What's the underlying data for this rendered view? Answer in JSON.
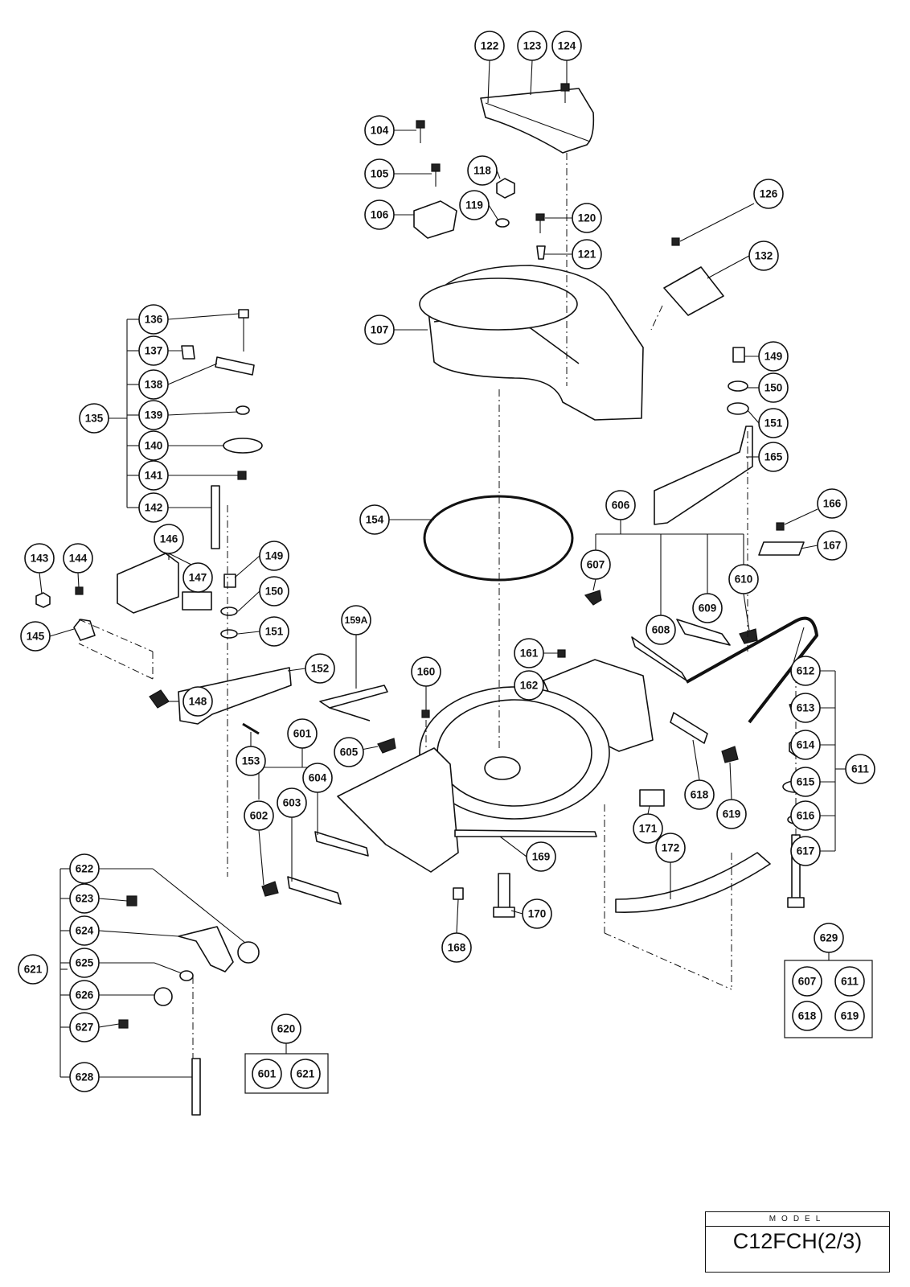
{
  "callouts": [
    {
      "id": "c122",
      "label": "122"
    },
    {
      "id": "c123",
      "label": "123"
    },
    {
      "id": "c124",
      "label": "124"
    },
    {
      "id": "c104",
      "label": "104"
    },
    {
      "id": "c105",
      "label": "105"
    },
    {
      "id": "c106",
      "label": "106"
    },
    {
      "id": "c118",
      "label": "118"
    },
    {
      "id": "c119",
      "label": "119"
    },
    {
      "id": "c120",
      "label": "120"
    },
    {
      "id": "c121",
      "label": "121"
    },
    {
      "id": "c126",
      "label": "126"
    },
    {
      "id": "c132",
      "label": "132"
    },
    {
      "id": "c107",
      "label": "107"
    },
    {
      "id": "c136",
      "label": "136"
    },
    {
      "id": "c137",
      "label": "137"
    },
    {
      "id": "c138",
      "label": "138"
    },
    {
      "id": "c135",
      "label": "135"
    },
    {
      "id": "c139",
      "label": "139"
    },
    {
      "id": "c140",
      "label": "140"
    },
    {
      "id": "c141",
      "label": "141"
    },
    {
      "id": "c142",
      "label": "142"
    },
    {
      "id": "c149a",
      "label": "149"
    },
    {
      "id": "c150a",
      "label": "150"
    },
    {
      "id": "c151a",
      "label": "151"
    },
    {
      "id": "c165",
      "label": "165"
    },
    {
      "id": "c154",
      "label": "154"
    },
    {
      "id": "c606",
      "label": "606"
    },
    {
      "id": "c166",
      "label": "166"
    },
    {
      "id": "c167",
      "label": "167"
    },
    {
      "id": "c607",
      "label": "607"
    },
    {
      "id": "c610",
      "label": "610"
    },
    {
      "id": "c609",
      "label": "609"
    },
    {
      "id": "c608",
      "label": "608"
    },
    {
      "id": "c143",
      "label": "143"
    },
    {
      "id": "c144",
      "label": "144"
    },
    {
      "id": "c146",
      "label": "146"
    },
    {
      "id": "c147",
      "label": "147"
    },
    {
      "id": "c145",
      "label": "145"
    },
    {
      "id": "c148",
      "label": "148"
    },
    {
      "id": "c149b",
      "label": "149"
    },
    {
      "id": "c150b",
      "label": "150"
    },
    {
      "id": "c151b",
      "label": "151"
    },
    {
      "id": "c152",
      "label": "152"
    },
    {
      "id": "c153",
      "label": "153"
    },
    {
      "id": "c159a",
      "label": "159A"
    },
    {
      "id": "c160",
      "label": "160"
    },
    {
      "id": "c161",
      "label": "161"
    },
    {
      "id": "c162",
      "label": "162"
    },
    {
      "id": "c612",
      "label": "612"
    },
    {
      "id": "c613",
      "label": "613"
    },
    {
      "id": "c614",
      "label": "614"
    },
    {
      "id": "c615",
      "label": "615"
    },
    {
      "id": "c616",
      "label": "616"
    },
    {
      "id": "c617",
      "label": "617"
    },
    {
      "id": "c611",
      "label": "611"
    },
    {
      "id": "c618",
      "label": "618"
    },
    {
      "id": "c619",
      "label": "619"
    },
    {
      "id": "c601",
      "label": "601"
    },
    {
      "id": "c605",
      "label": "605"
    },
    {
      "id": "c604",
      "label": "604"
    },
    {
      "id": "c603",
      "label": "603"
    },
    {
      "id": "c602",
      "label": "602"
    },
    {
      "id": "c171",
      "label": "171"
    },
    {
      "id": "c169",
      "label": "169"
    },
    {
      "id": "c172",
      "label": "172"
    },
    {
      "id": "c170",
      "label": "170"
    },
    {
      "id": "c168",
      "label": "168"
    },
    {
      "id": "c622",
      "label": "622"
    },
    {
      "id": "c623",
      "label": "623"
    },
    {
      "id": "c624",
      "label": "624"
    },
    {
      "id": "c625",
      "label": "625"
    },
    {
      "id": "c621",
      "label": "621"
    },
    {
      "id": "c626",
      "label": "626"
    },
    {
      "id": "c627",
      "label": "627"
    },
    {
      "id": "c628",
      "label": "628"
    },
    {
      "id": "c629",
      "label": "629"
    },
    {
      "id": "c620",
      "label": "620"
    }
  ],
  "kits": {
    "k629": {
      "label": "629",
      "items": [
        "607",
        "611",
        "618",
        "619"
      ]
    },
    "k620": {
      "label": "620",
      "items": [
        "601",
        "621"
      ]
    }
  },
  "model": {
    "heading": "MODEL",
    "name": "C12FCH(2/3)"
  }
}
